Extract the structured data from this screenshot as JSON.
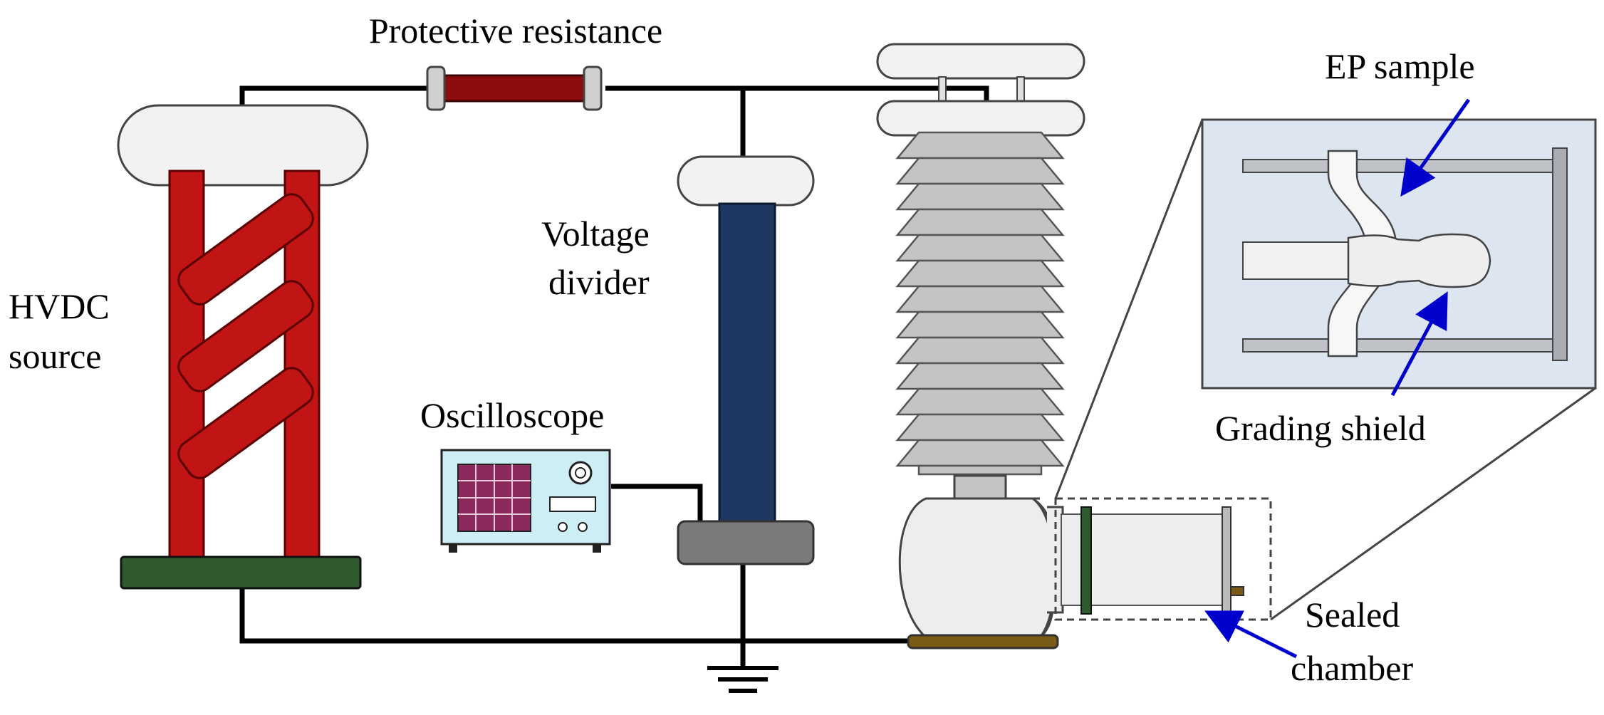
{
  "labels": {
    "protective_resistance": "Protective resistance",
    "hvdc_line1": "HVDC",
    "hvdc_line2": "source",
    "voltage_line1": "Voltage",
    "voltage_line2": "divider",
    "oscilloscope": "Oscilloscope",
    "ep_sample": "EP sample",
    "grading_shield": "Grading shield",
    "sealed_line1": "Sealed",
    "sealed_line2": "chamber"
  },
  "colors": {
    "wire": "#000000",
    "resistor": "#8b0d0d",
    "hvdc_frame": "#c11414",
    "hvdc_base": "#2f5a2f",
    "divider_column": "#1f3862",
    "divider_base": "#7a7a7a",
    "insulator": "#c4c4c4",
    "bushing_base": "#ededed",
    "terminal": "#f5f5f5",
    "oscilloscope_body": "#cdeef5",
    "oscilloscope_screen": "#8a2a5c",
    "inset_bg": "#dde5f0",
    "flange_brown": "#7a5a14",
    "arrow_blue": "#0000cc"
  },
  "icons": [
    "ground-icon",
    "arrow-icon"
  ]
}
